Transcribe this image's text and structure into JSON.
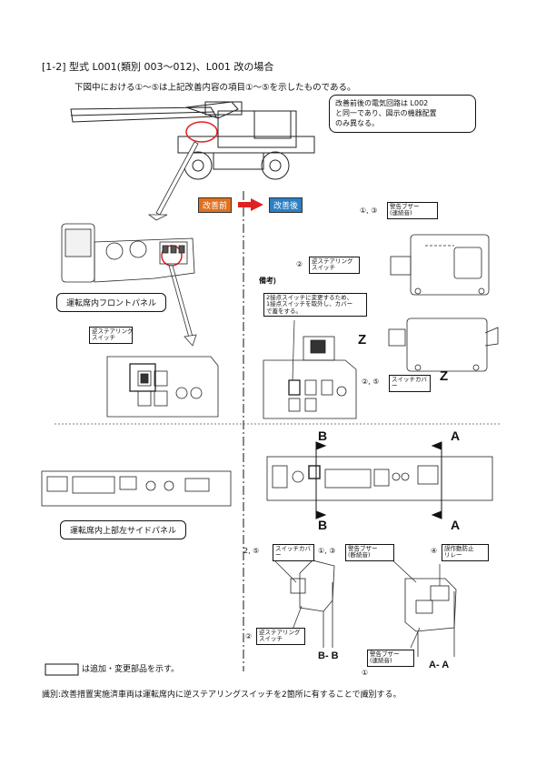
{
  "heading": "[1-2] 型式 L001(類別 003〜012)、L001 改の場合",
  "intro": "下図中における①〜⑤は上記改善内容の項目①〜⑤を示したものである。",
  "note_lines": [
    "改善前後の電気回路は L002",
    "と同一であり、図示の機器配置",
    "のみ異なる。"
  ],
  "before_tag": "改善前",
  "after_tag": "改善後",
  "colors": {
    "before": "#e07020",
    "after": "#2b7fc4",
    "arrow": "#e02020"
  },
  "front_panel_caption": "運転席内フロントパネル",
  "side_panel_caption": "運転席内上部左サイドパネル",
  "reverse_steering_switch": "逆ステアリング\nスイッチ",
  "marks": {
    "m13_top": "①, ③",
    "m2_top": "②",
    "m25_mid": "②, ⑤",
    "m25_low": "2, ⑤",
    "m13_low": "①, ③",
    "m4": "④",
    "m2_low": "②",
    "m1_low": "①"
  },
  "buzzer_continuous": "警告ブザー\n(連続音)",
  "buzzer_intermittent": "警告ブザー\n(断続音)",
  "remarks_label": "備考)",
  "remarks_text": "2接点スイッチに変更するため、\n1接点スイッチを取外し、カバー\nで蓋をする。",
  "switch_cover": "スイッチカバー",
  "reverse_prevent_relay": "誤作動防止\nリレー",
  "view_z": "Z",
  "view_b": "B",
  "view_a": "A",
  "section_bb": "B- B",
  "section_aa": "A- A",
  "legend_text": "は追加・変更部品を示す。",
  "footer": "識別:改善措置実施済車両は運転席内に逆ステアリングスイッチを2箇所に有することで識別する。"
}
